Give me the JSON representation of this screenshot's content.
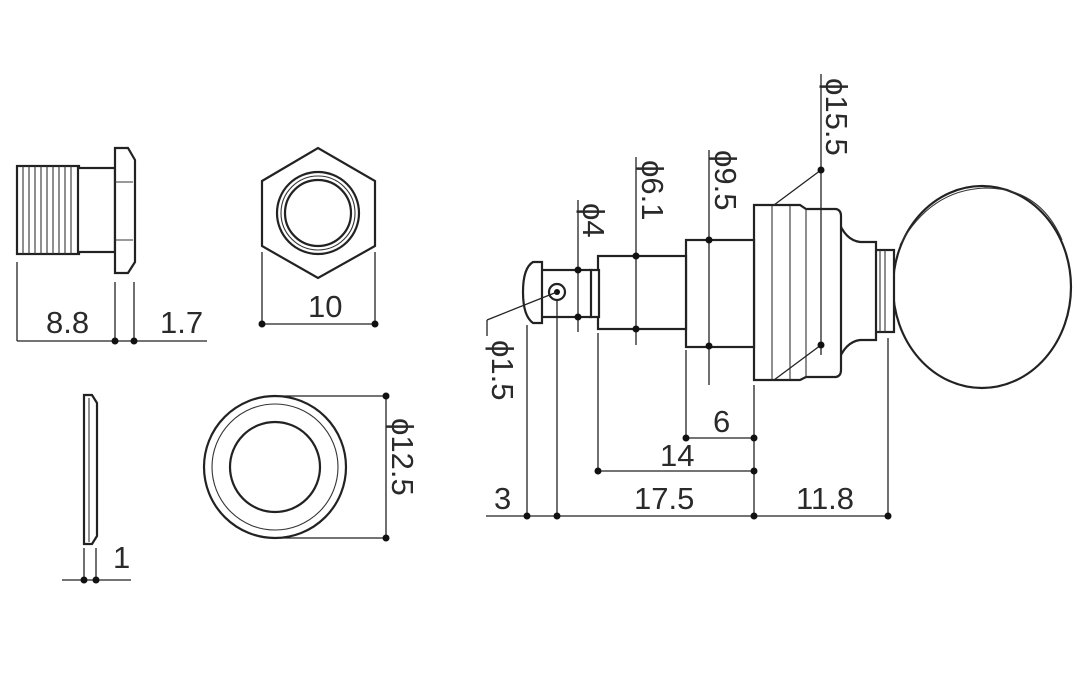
{
  "title": "Tuning peg parts dimension drawing",
  "colors": {
    "line": "#222222",
    "background": "#ffffff"
  },
  "bushing": {
    "length_label": "8.8",
    "flange_label": "1.7"
  },
  "hex_nut": {
    "width_label": "10"
  },
  "washer": {
    "thickness_label": "1",
    "diameter_label": "ϕ12.5"
  },
  "peg": {
    "hole_diameter_label": "ϕ1.5",
    "post_diameter_label": "ϕ4",
    "shaft_diameter_label": "ϕ6.1",
    "collar_diameter_label": "ϕ9.5",
    "housing_diameter_label": "ϕ15.5",
    "collar_length_label": "6",
    "shaft_length_label": "14",
    "tip_length_label": "3",
    "post_length_label": "17.5",
    "button_length_label": "11.8"
  }
}
